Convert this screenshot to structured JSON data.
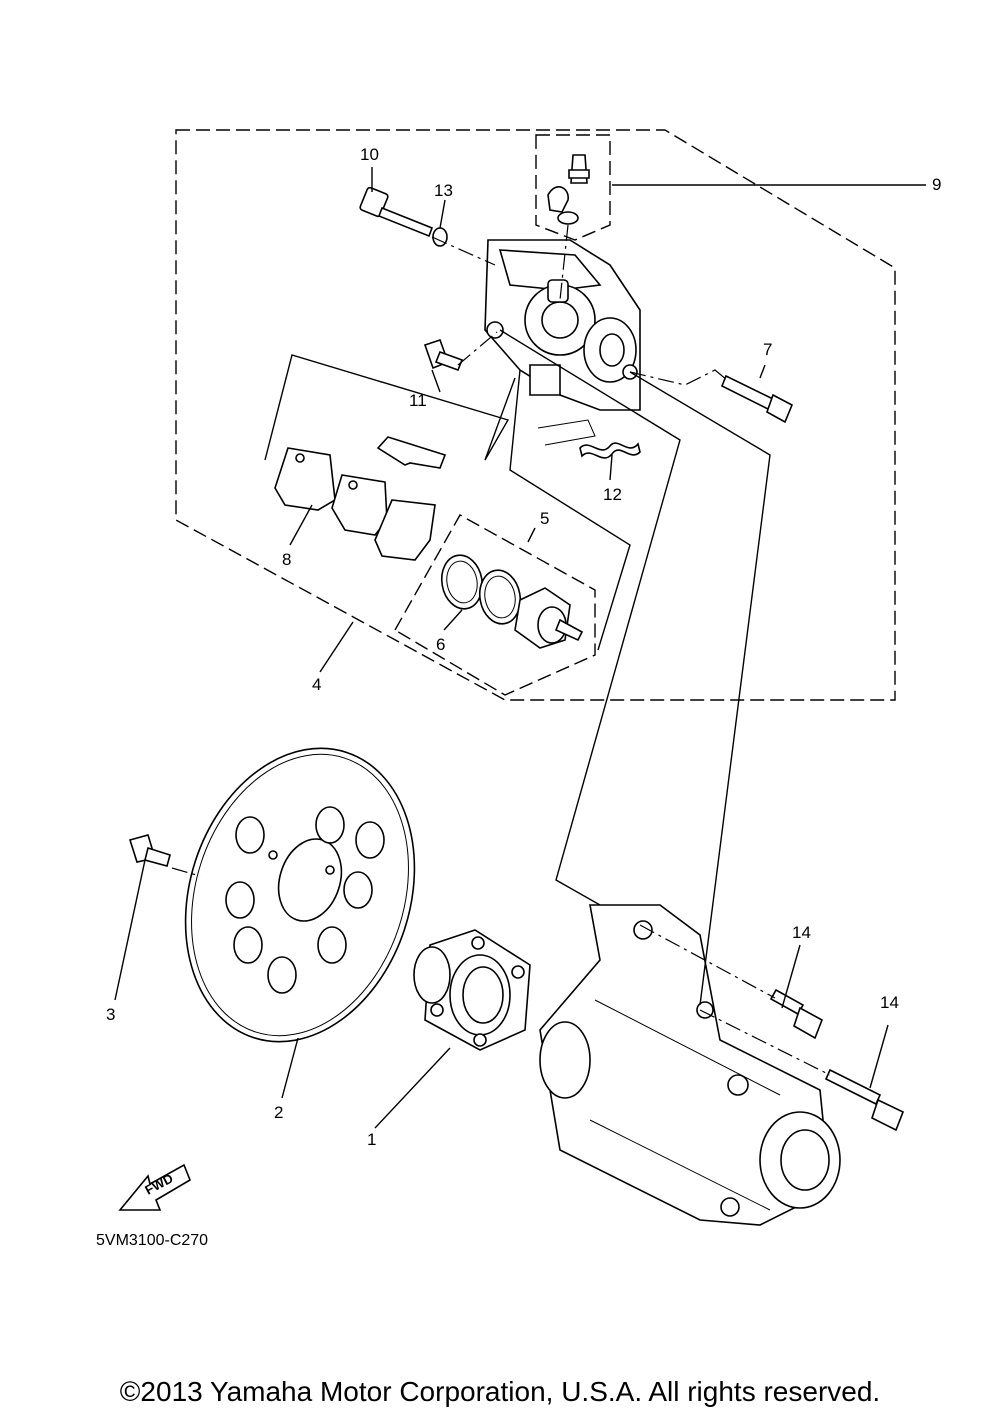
{
  "diagram_code": "5VM3100-C270",
  "fwd_label": "FWD",
  "copyright": "©2013 Yamaha Motor Corporation, U.S.A. All rights reserved.",
  "callouts": {
    "c1": "1",
    "c2": "2",
    "c3": "3",
    "c4": "4",
    "c5": "5",
    "c6": "6",
    "c7": "7",
    "c8": "8",
    "c9": "9",
    "c10": "10",
    "c11": "11",
    "c12": "12",
    "c13": "13",
    "c14a": "14",
    "c14b": "14"
  }
}
